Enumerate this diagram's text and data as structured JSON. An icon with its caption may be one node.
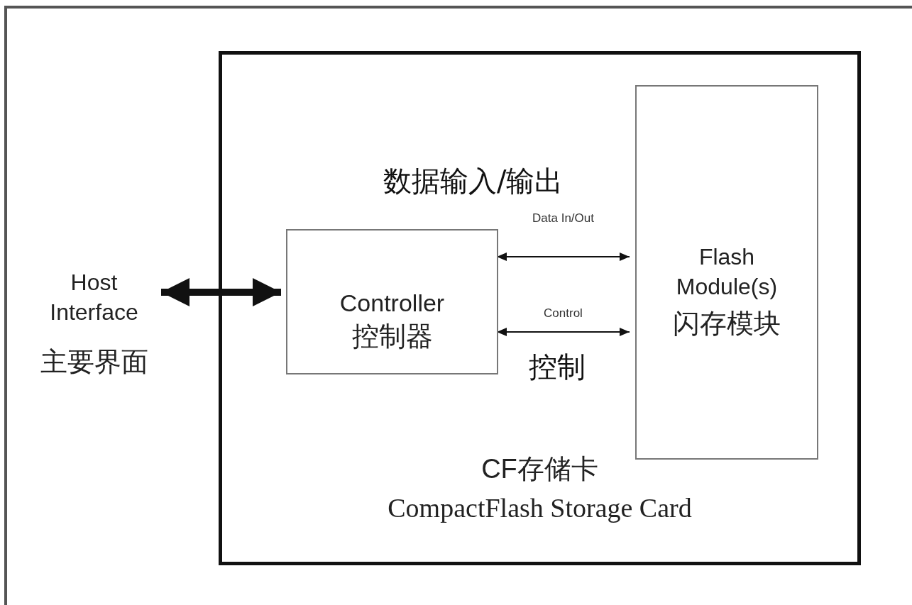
{
  "diagram": {
    "nodes": [
      {
        "text": [
          "CF存储卡",
          "CompactFlash Storage Card"
        ]
      },
      {
        "text": [
          "Controller",
          "控制器"
        ],
        "in": 0
      },
      {
        "text": [
          "Flash Module(s)",
          "闪存模块"
        ],
        "in": 0
      },
      {
        "text": [
          "Host Interface",
          "主要界面"
        ]
      }
    ],
    "edges": [
      {
        "from": 3,
        "to": 1,
        "arrow": "both",
        "style": "thick"
      },
      {
        "from": 1,
        "to": 2,
        "arrow": "both",
        "label": "Data In/Out"
      },
      {
        "from": 1,
        "to": 2,
        "arrow": "both",
        "label": "Control"
      }
    ],
    "labels": [
      "数据输入/输出",
      "控制"
    ]
  }
}
